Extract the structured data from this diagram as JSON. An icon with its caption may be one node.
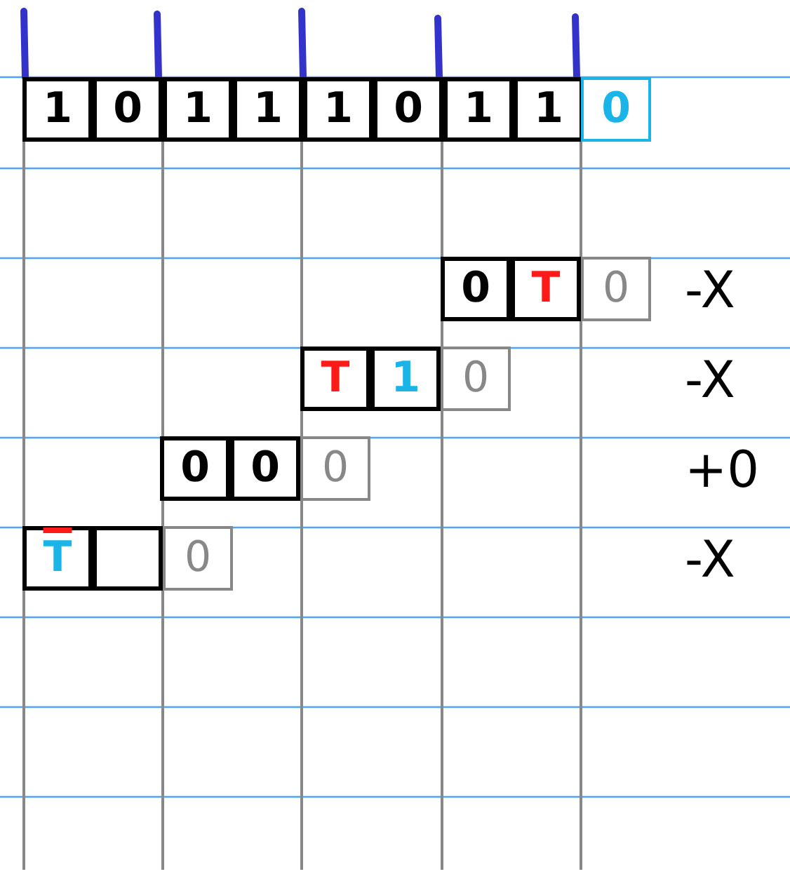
{
  "diagram": {
    "nodes": [
      {
        "text": [
          "1"
        ]
      },
      {
        "text": [
          "0"
        ]
      },
      {
        "text": [
          "1"
        ]
      },
      {
        "text": [
          "1"
        ]
      },
      {
        "text": [
          "1"
        ]
      },
      {
        "text": [
          "0"
        ]
      },
      {
        "text": [
          "1"
        ]
      },
      {
        "text": [
          "1"
        ]
      },
      {
        "text": [
          "0"
        ]
      },
      {
        "text": [
          "0"
        ]
      },
      {
        "text": [
          "T"
        ]
      },
      {
        "text": [
          "0"
        ]
      },
      {
        "text": [
          "T"
        ]
      },
      {
        "text": [
          "1"
        ]
      },
      {
        "text": [
          "0"
        ]
      },
      {
        "text": [
          "0"
        ]
      },
      {
        "text": [
          "0"
        ]
      },
      {
        "text": [
          "0"
        ]
      },
      {
        "text": [
          "T"
        ]
      },
      {
        "text": [],
        "shape": "box"
      },
      {
        "text": [
          "0"
        ]
      }
    ],
    "labels": [
      "-X",
      "-X",
      "+0",
      "-X"
    ]
  }
}
